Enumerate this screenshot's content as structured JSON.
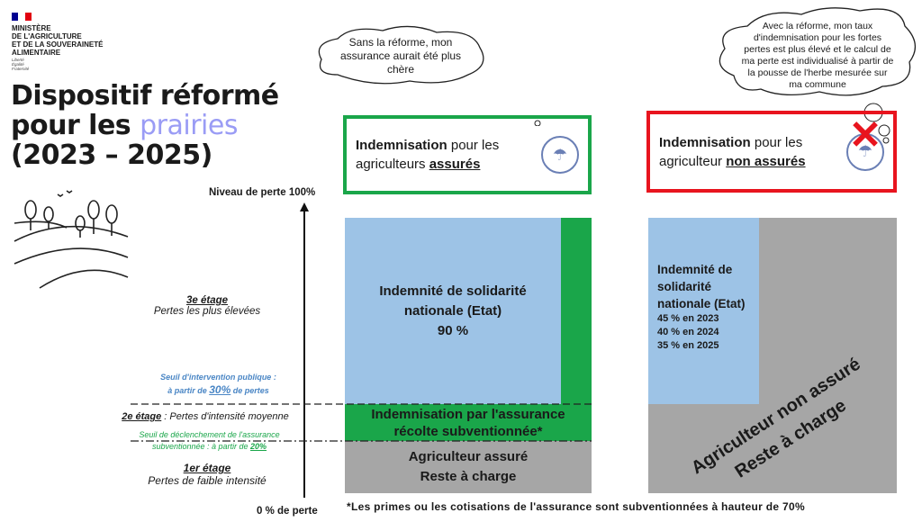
{
  "header": {
    "ministry": [
      "MINISTÈRE",
      "DE L'AGRICULTURE",
      "ET DE LA SOUVERAINETÉ",
      "ALIMENTAIRE"
    ],
    "motto": [
      "Liberté",
      "Égalité",
      "Fraternité"
    ],
    "flag_colors": [
      "#000091",
      "#ffffff",
      "#e1000f"
    ]
  },
  "title": {
    "line1": "Dispositif réformé",
    "line2_a": "pour les ",
    "line2_b": "prairies",
    "line3": "(2023 – 2025)"
  },
  "clouds": {
    "left": "Sans la réforme, mon assurance aurait été plus chère",
    "right": "Avec la réforme, mon taux d'indemnisation pour les fortes pertes est plus élevé et le calcul de ma perte est individualisé à partir de la pousse de l'herbe mesurée sur ma commune"
  },
  "boxes": {
    "insured": {
      "a": "Indemnisation",
      "b": " pour les agriculteurs ",
      "c": "assurés",
      "color": "#1aa64a"
    },
    "uninsured": {
      "a": "Indemnisation",
      "b": " pour les agriculteur ",
      "c": "non assurés",
      "color": "#e8141e"
    }
  },
  "axis": {
    "top": "Niveau de perte 100%",
    "bottom": "0 % de perte"
  },
  "levels": {
    "l3_title": "3e étage",
    "l3_desc": "Pertes les plus élevées",
    "public_a": "Seuil d'intervention publique :",
    "public_b": "à partir de ",
    "public_pct": "30%",
    "public_c": " de pertes",
    "l2_title": "2e étage",
    "l2_desc": " : Pertes d'intensité moyenne",
    "ins_a": "Seuil de déclenchement de l'assurance",
    "ins_b": "subventionnée : à partir de ",
    "ins_pct": "20%",
    "l1_title": "1er étage",
    "l1_desc": "Pertes de faible intensité"
  },
  "insured_blocks": {
    "solidarity": "Indemnité de solidarité nationale (Etat)",
    "solidarity_pct": "90 %",
    "insurance": "Indemnisation par l'assurance récolte subventionnée*",
    "farmer": "Agriculteur assuré Reste à charge"
  },
  "uninsured_blocks": {
    "solidarity": "Indemnité de solidarité nationale (Etat)",
    "rates": [
      "45 % en 2023",
      "40 % en 2024",
      "35 % en 2025"
    ],
    "farmer": "Agriculteur non assuré Reste à charge"
  },
  "footnote": "*Les primes ou les cotisations de l'assurance sont subventionnées à hauteur de 70%",
  "colors": {
    "blue": "#9dc3e6",
    "green": "#1aa64a",
    "gray": "#a6a6a6"
  }
}
